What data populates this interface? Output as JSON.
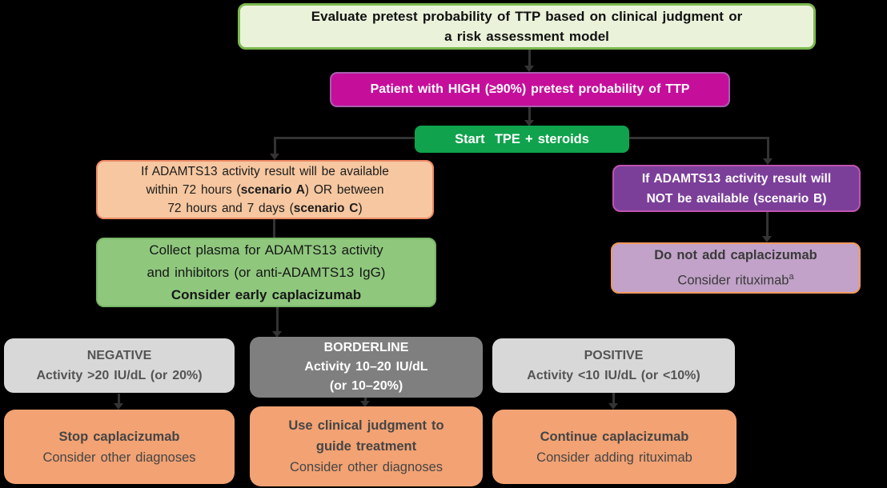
{
  "colors": {
    "background": "#000000",
    "connector": "#333333",
    "evaluate_fill": "#eaf3da",
    "evaluate_border": "#7cb950",
    "high_fill": "#c50f9b",
    "high_border": "#a95fae",
    "tpe_fill": "#10a24c",
    "scenario_ac_fill": "#f6c7a0",
    "scenario_ac_border": "#ee8a64",
    "collect_fill": "#8fc87d",
    "scenario_b_fill": "#7b3f99",
    "scenario_b_border": "#c153b1",
    "no_caplacizumab_fill": "#c2a2c9",
    "no_caplacizumab_border": "#f0995e",
    "result_gray_light": "#d8d8d8",
    "result_gray_dark": "#7f7f7f",
    "action_orange": "#f2a273",
    "white_text": "#ffffff",
    "dark_text": "#1c1c1c"
  },
  "boxes": {
    "evaluate": {
      "line1": "Evaluate pretest probability of TTP based on clinical judgment or",
      "line2": "a risk assessment model"
    },
    "high_probability": {
      "text": "Patient with HIGH (≥90%) pretest probability of TTP"
    },
    "start_tpe": {
      "text": "Start  TPE + steroids"
    },
    "scenario_ac": {
      "line1": "If ADAMTS13 activity result will be available",
      "line2_pre": "within 72 hours (",
      "line2_bold": "scenario A",
      "line2_post": ") OR between",
      "line3_pre": "72 hours and 7 days (",
      "line3_bold": "scenario C",
      "line3_post": ")"
    },
    "collect_plasma": {
      "line1": "Collect plasma for ADAMTS13 activity",
      "line2": "and inhibitors (or anti-ADAMTS13 IgG)",
      "line3_bold": "Consider early caplacizumab"
    },
    "scenario_b": {
      "line1": "If ADAMTS13 activity result will",
      "line2": "NOT be available (scenario B)"
    },
    "no_caplacizumab": {
      "line1_bold": "Do not add caplacizumab",
      "line2": "Consider rituximab",
      "line2_sup": "a"
    },
    "negative": {
      "title": "NEGATIVE",
      "line2": "Activity >20 IU/dL (or 20%)"
    },
    "borderline": {
      "title": "BORDERLINE",
      "line2": "Activity 10–20 IU/dL",
      "line3": "(or 10–20%)"
    },
    "positive": {
      "title": "POSITIVE",
      "line2": "Activity <10 IU/dL (or <10%)"
    },
    "stop": {
      "line1_bold": "Stop caplacizumab",
      "line2": "Consider other diagnoses"
    },
    "clinical_judgment": {
      "line1_bold": "Use clinical judgment to",
      "line2_bold": "guide treatment",
      "line3": "Consider other diagnoses"
    },
    "continue": {
      "line1_bold": "Continue caplacizumab",
      "line2": "Consider adding rituximab"
    }
  }
}
